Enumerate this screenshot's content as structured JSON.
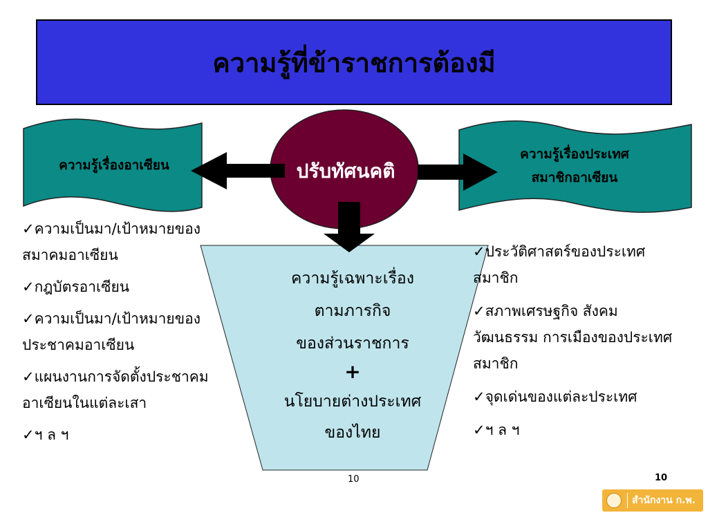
{
  "title": "ความรู้ที่ข้าราชการต้องมี",
  "center": {
    "label": "ปรับทัศนคติ"
  },
  "left_banner": {
    "label": "ความรู้เรื่องอาเซียน"
  },
  "right_banner": {
    "lines": [
      "ความรู้เรื่องประเทศ",
      "สมาชิกอาเซียน"
    ]
  },
  "funnel": {
    "lines": [
      "ความรู้เฉพาะเรื่อง",
      "ตามภารกิจ",
      "ของส่วนราชการ",
      "+",
      "นโยบายต่างประเทศ",
      "ของไทย"
    ]
  },
  "left_list": [
    {
      "line1": "✓ความเป็นมา/เป้าหมายของ",
      "line2": "สมาคมอาเซียน"
    },
    {
      "line1": "✓กฎบัตรอาเซียน",
      "line2": ""
    },
    {
      "line1": "✓ความเป็นมา/เป้าหมายของ",
      "line2": "ประชาคมอาเซียน"
    },
    {
      "line1": "✓แผนงานการจัดตั้งประชาคม",
      "line2": "อาเซียนในแต่ละเสา"
    },
    {
      "line1": "✓ฯ ล ฯ",
      "line2": ""
    }
  ],
  "right_list": [
    {
      "lines": [
        "✓ประวัติศาสตร์ของประเทศ",
        "สมาชิก"
      ]
    },
    {
      "lines": [
        "✓สภาพเศรษฐกิจ  สังคม",
        "วัฒนธรรม  การเมืองของประเทศ",
        "สมาชิก"
      ]
    },
    {
      "lines": [
        "✓จุดเด่นของแต่ละประเทศ"
      ]
    },
    {
      "lines": [
        "✓ฯ ล ฯ"
      ]
    }
  ],
  "page_number_center": "10",
  "page_number_right": "10",
  "logo": {
    "text": "สำนักงาน ก.พ."
  },
  "colors": {
    "title_bg": "#3333dd",
    "banner": "#0b8a86",
    "ellipse": "#6b0030",
    "funnel": "#bfe4ec"
  }
}
